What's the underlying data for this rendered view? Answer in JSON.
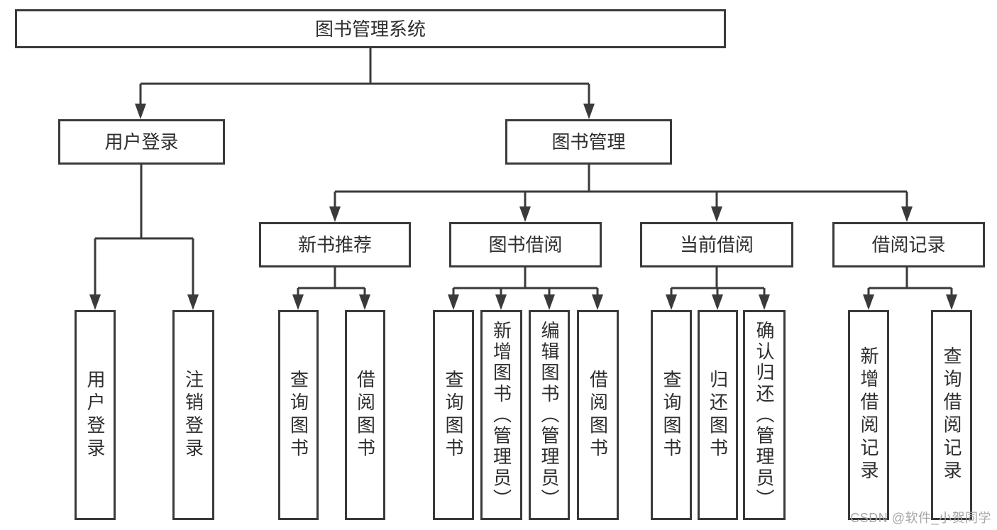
{
  "tree": {
    "root": {
      "label": "图书管理系统"
    },
    "groups": [
      {
        "label": "用户登录",
        "children": [
          {
            "label": "用户登录"
          },
          {
            "label": "注销登录"
          }
        ]
      },
      {
        "label": "图书管理",
        "sections": [
          {
            "label": "新书推荐",
            "children": [
              {
                "label": "查询图书"
              },
              {
                "label": "借阅图书"
              }
            ]
          },
          {
            "label": "图书借阅",
            "children": [
              {
                "label": "查询图书"
              },
              {
                "label": "新增图书（管理员）"
              },
              {
                "label": "编辑图书（管理员）"
              },
              {
                "label": "借阅图书"
              }
            ]
          },
          {
            "label": "当前借阅",
            "children": [
              {
                "label": "查询图书"
              },
              {
                "label": "归还图书"
              },
              {
                "label": "确认归还（管理员）"
              }
            ]
          },
          {
            "label": "借阅记录",
            "children": [
              {
                "label": "新增借阅记录"
              },
              {
                "label": "查询借阅记录"
              }
            ]
          }
        ]
      }
    ]
  },
  "watermark": {
    "text": "CSDN @软件_小贺同学"
  },
  "colors": {
    "line": "#3a3a3a",
    "text": "#2e2e2e",
    "watermark": "#a6a6a6",
    "background": "#ffffff"
  }
}
